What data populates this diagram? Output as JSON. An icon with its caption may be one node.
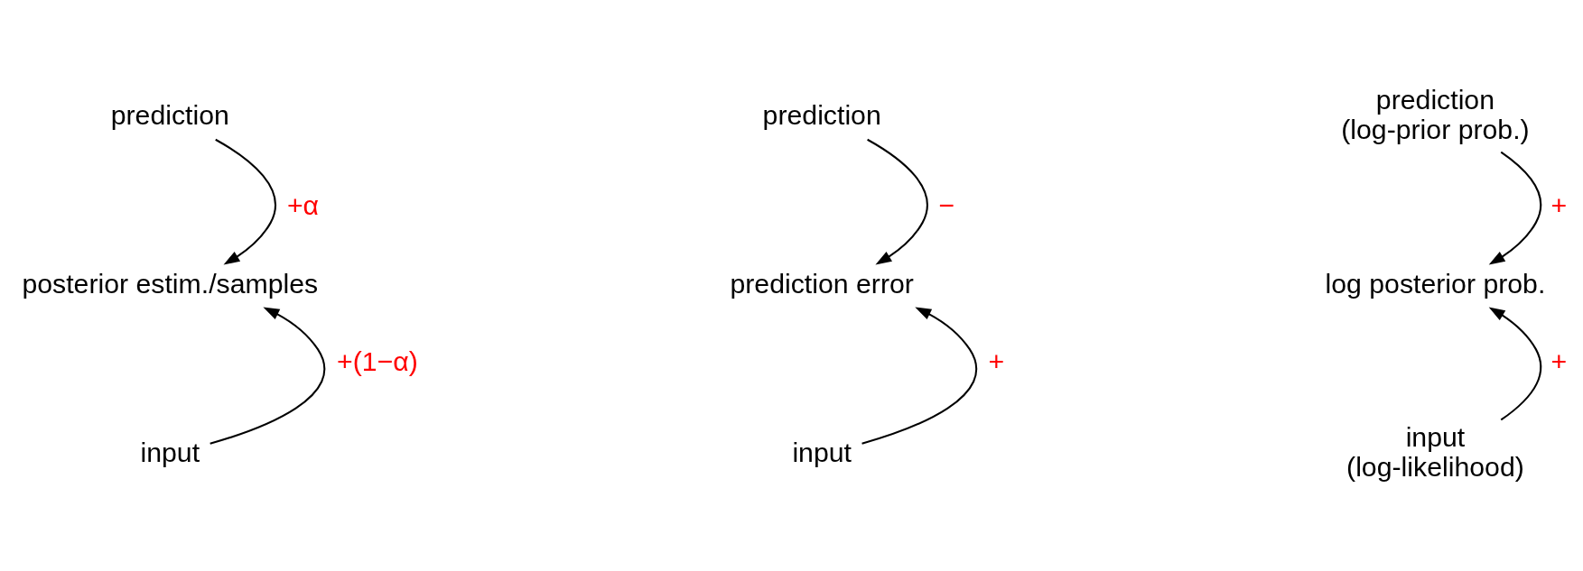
{
  "diagram": {
    "nodes": [
      {
        "text": [
          "prediction"
        ]
      },
      {
        "text": [
          "posterior estim./samples"
        ]
      },
      {
        "text": [
          "input"
        ]
      },
      {
        "text": [
          "prediction"
        ]
      },
      {
        "text": [
          "prediction error"
        ]
      },
      {
        "text": [
          "input"
        ]
      },
      {
        "text": [
          "prediction (log-prior prob.)"
        ]
      },
      {
        "text": [
          "log posterior prob."
        ]
      },
      {
        "text": [
          "input (log-likelihood)"
        ]
      }
    ],
    "edges": [
      {
        "from": 0,
        "to": 1,
        "arrow": "to",
        "label": "+α"
      },
      {
        "from": 2,
        "to": 1,
        "arrow": "to",
        "label": "+(1−α)"
      },
      {
        "from": 3,
        "to": 4,
        "arrow": "to",
        "label": "−"
      },
      {
        "from": 5,
        "to": 4,
        "arrow": "to",
        "label": "+"
      },
      {
        "from": 6,
        "to": 7,
        "arrow": "to",
        "label": "+"
      },
      {
        "from": 8,
        "to": 7,
        "arrow": "to",
        "label": "+"
      }
    ]
  }
}
